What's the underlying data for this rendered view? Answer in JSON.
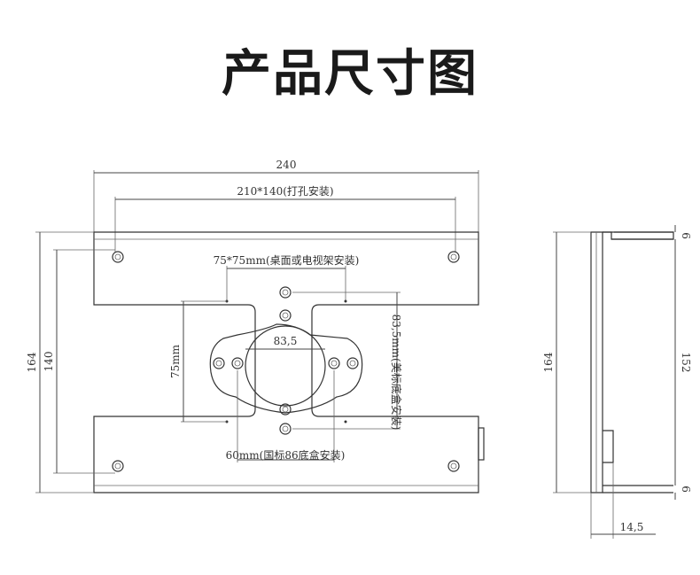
{
  "title": "产品尺寸图",
  "dims": {
    "w240": "240",
    "w210": "210*140(打孔安装)",
    "w75": "75*75mm(桌面或电视架安装)",
    "d835": "83,5",
    "v75": "75mm",
    "v835": "83,5mm(美标底盒安装)",
    "h60": "60mm(国标86底盒安装)",
    "h164": "164",
    "h140": "140",
    "s164": "164",
    "s152": "152",
    "s6top": "6",
    "s6bot": "6",
    "s145": "14,5"
  }
}
